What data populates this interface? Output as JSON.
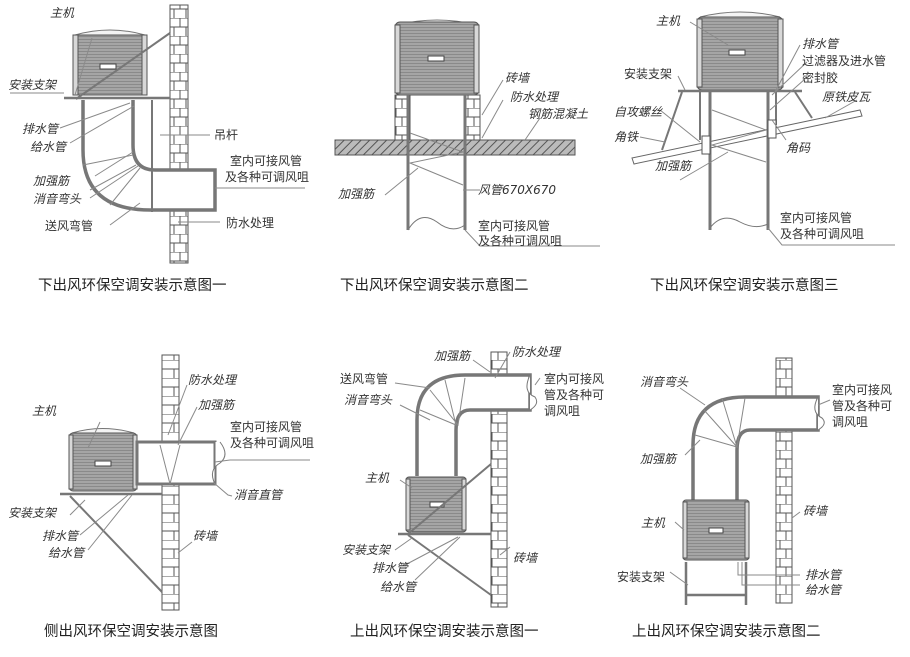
{
  "diagrams": [
    {
      "id": "bottom-outlet-1",
      "caption": "下出风环保空调安装示意图一",
      "labels": {
        "main_unit": "主机",
        "mount_bracket": "安装支架",
        "drain_pipe": "排水管",
        "supply_pipe": "给水管",
        "stiffener": "加强筋",
        "silencer_elbow": "消音弯头",
        "air_elbow": "送风弯管",
        "hanger_rod": "吊杆",
        "indoor_duct_1": "室内可接风管",
        "indoor_duct_2": "及各种可调风咀",
        "waterproofing": "防水处理"
      }
    },
    {
      "id": "bottom-outlet-2",
      "caption": "下出风环保空调安装示意图二",
      "labels": {
        "brick_wall": "砖墙",
        "waterproofing": "防水处理",
        "concrete": "钢筋混凝土",
        "stiffener": "加强筋",
        "duct_size": "风管670X670",
        "indoor_duct_1": "室内可接风管",
        "indoor_duct_2": "及各种可调风咀"
      }
    },
    {
      "id": "bottom-outlet-3",
      "caption": "下出风环保空调安装示意图三",
      "labels": {
        "main_unit": "主机",
        "drain_pipe": "排水管",
        "filter_inlet": "过滤器及进水管",
        "sealant": "密封胶",
        "mount_bracket": "安装支架",
        "roof_tile": "原铁皮瓦",
        "self_tap_screw": "自攻螺丝",
        "angle_iron": "角铁",
        "corner_bracket": "角码",
        "stiffener": "加强筋",
        "indoor_duct_1": "室内可接风管",
        "indoor_duct_2": "及各种可调风咀"
      }
    },
    {
      "id": "side-outlet",
      "caption": "侧出风环保空调安装示意图",
      "labels": {
        "waterproofing": "防水处理",
        "stiffener": "加强筋",
        "main_unit": "主机",
        "indoor_duct_1": "室内可接风管",
        "indoor_duct_2": "及各种可调风咀",
        "silencer_straight": "消音直管",
        "mount_bracket": "安装支架",
        "drain_pipe": "排水管",
        "supply_pipe": "给水管",
        "brick_wall": "砖墙"
      }
    },
    {
      "id": "top-outlet-1",
      "caption": "上出风环保空调安装示意图一",
      "labels": {
        "stiffener": "加强筋",
        "waterproofing": "防水处理",
        "air_elbow": "送风弯管",
        "silencer_elbow": "消音弯头",
        "indoor_duct_1": "室内可接风",
        "indoor_duct_2": "管及各种可",
        "indoor_duct_3": "调风咀",
        "main_unit": "主机",
        "mount_bracket": "安装支架",
        "drain_pipe": "排水管",
        "supply_pipe": "给水管",
        "brick_wall": "砖墙"
      }
    },
    {
      "id": "top-outlet-2",
      "caption": "上出风环保空调安装示意图二",
      "labels": {
        "silencer_elbow": "消音弯头",
        "indoor_duct_1": "室内可接风",
        "indoor_duct_2": "管及各种可",
        "indoor_duct_3": "调风咀",
        "stiffener": "加强筋",
        "brick_wall": "砖墙",
        "main_unit": "主机",
        "mount_bracket": "安装支架",
        "drain_pipe": "排水管",
        "supply_pipe": "给水管"
      }
    }
  ]
}
